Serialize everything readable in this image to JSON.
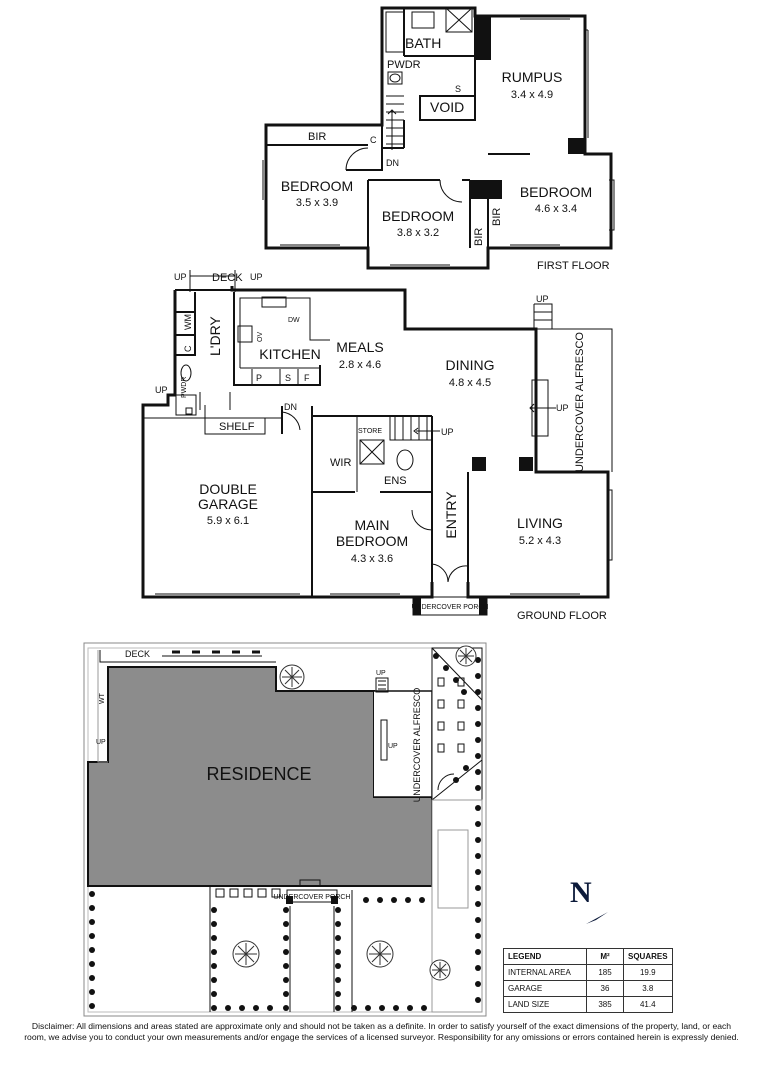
{
  "first_floor": {
    "floor_label": "FIRST FLOOR",
    "bath": "BATH",
    "pwdr": "PWDR",
    "void": "VOID",
    "s": "S",
    "c": "C",
    "dn": "DN",
    "bir": "BIR",
    "rumpus": {
      "name": "RUMPUS",
      "size": "3.4 x 4.9"
    },
    "bedroom_left": {
      "name": "BEDROOM",
      "size": "3.5 x 3.9"
    },
    "bedroom_mid": {
      "name": "BEDROOM",
      "size": "3.8 x 3.2"
    },
    "bedroom_right": {
      "name": "BEDROOM",
      "size": "4.6 x 3.4"
    },
    "bir_a": "BIR",
    "bir_b": "BIR"
  },
  "ground_floor": {
    "floor_label": "GROUND FLOOR",
    "deck": "DECK",
    "up_left": "UP",
    "up_right": "UP",
    "wm": "WM",
    "ldry": "L'DRY",
    "c": "C",
    "pwdr": "PWDR",
    "up_garage": "UP",
    "dw": "DW",
    "ov": "OV",
    "kitchen": "KITCHEN",
    "p": "P",
    "s": "S",
    "f": "F",
    "meals": {
      "name": "MEALS",
      "size": "2.8 x 4.6"
    },
    "dn": "DN",
    "shelf": "SHELF",
    "store": "STORE",
    "up_stairs": "UP",
    "dining": {
      "name": "DINING",
      "size": "4.8 x 4.5"
    },
    "up_alfresco": "UP",
    "up_alfresco_step": "UP",
    "alfresco": "UNDERCOVER ALFRESCO",
    "wir": "WIR",
    "ens": "ENS",
    "garage": {
      "name1": "DOUBLE",
      "name2": "GARAGE",
      "size": "5.9 x 6.1"
    },
    "entry": "ENTRY",
    "main_bedroom": {
      "name1": "MAIN",
      "name2": "BEDROOM",
      "size": "4.3 x 3.6"
    },
    "living": {
      "name": "LIVING",
      "size": "5.2 x 4.3"
    },
    "porch": "UNDERCOVER PORCH"
  },
  "site_plan": {
    "deck": "DECK",
    "wt": "WT",
    "up_left": "UP",
    "residence": "RESIDENCE",
    "up_top": "UP",
    "alfresco": "UNDERCOVER ALFRESCO",
    "up_alfresco": "UP",
    "porch": "UNDERCOVER PORCH"
  },
  "north": "N",
  "legend": {
    "headers": [
      "LEGEND",
      "M²",
      "SQUARES"
    ],
    "rows": [
      {
        "name": "INTERNAL AREA",
        "m2": "185",
        "squares": "19.9"
      },
      {
        "name": "GARAGE",
        "m2": "36",
        "squares": "3.8"
      },
      {
        "name": "LAND SIZE",
        "m2": "385",
        "squares": "41.4"
      }
    ]
  },
  "disclaimer": "Disclaimer: All dimensions and areas stated are approximate only and should not be taken as a definite. In order to satisfy yourself of the exact dimensions of the property, land, or each room, we advise you to conduct your own measurements and/or engage the services of a licensed surveyor. Responsibility for any omissions or errors contained herein is expressly denied."
}
